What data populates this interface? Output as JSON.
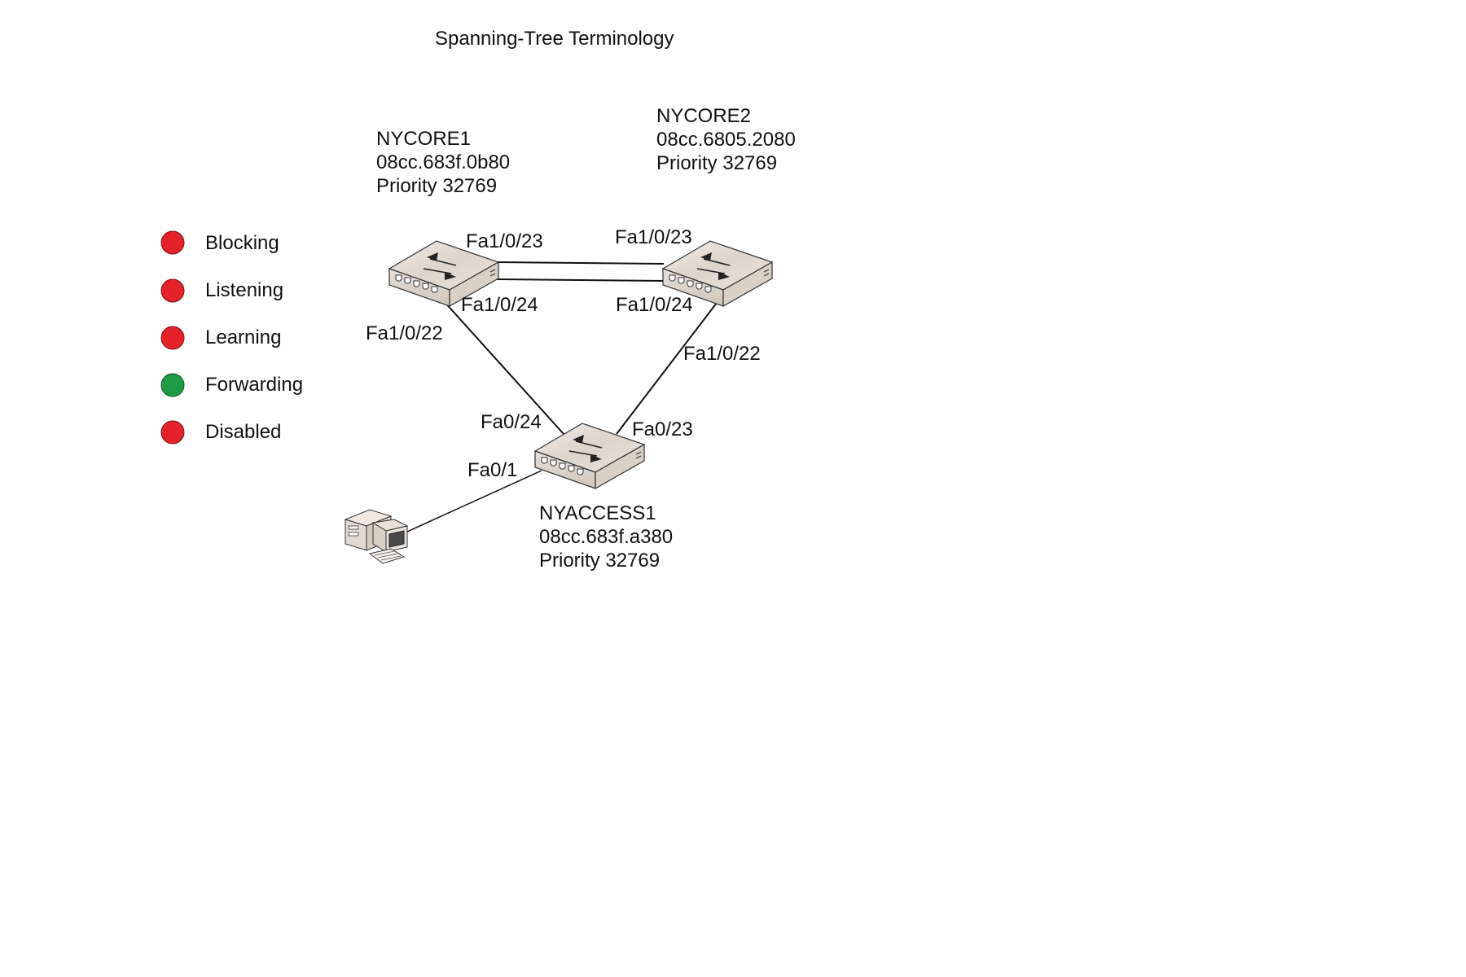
{
  "title": "Spanning-Tree Terminology",
  "legend": [
    {
      "label": "Blocking",
      "color": "#e5212a"
    },
    {
      "label": "Listening",
      "color": "#e5212a"
    },
    {
      "label": "Learning",
      "color": "#e5212a"
    },
    {
      "label": "Forwarding",
      "color": "#1f9a45"
    },
    {
      "label": "Disabled",
      "color": "#e5212a"
    }
  ],
  "devices": {
    "nycore1": {
      "name": "NYCORE1",
      "mac": "08cc.683f.0b80",
      "priority": "Priority 32769"
    },
    "nycore2": {
      "name": "NYCORE2",
      "mac": "08cc.6805.2080",
      "priority": "Priority 32769"
    },
    "nyaccess1": {
      "name": "NYACCESS1",
      "mac": "08cc.683f.a380",
      "priority": "Priority 32769"
    }
  },
  "ports": {
    "core1_fa1_0_23": "Fa1/0/23",
    "core2_fa1_0_23": "Fa1/0/23",
    "core1_fa1_0_24": "Fa1/0/24",
    "core2_fa1_0_24": "Fa1/0/24",
    "core1_fa1_0_22": "Fa1/0/22",
    "core2_fa1_0_22": "Fa1/0/22",
    "access_fa0_24": "Fa0/24",
    "access_fa0_23": "Fa0/23",
    "access_fa0_1": "Fa0/1"
  },
  "icons": {
    "switch": "network-switch-icon",
    "pc": "desktop-computer-icon"
  }
}
